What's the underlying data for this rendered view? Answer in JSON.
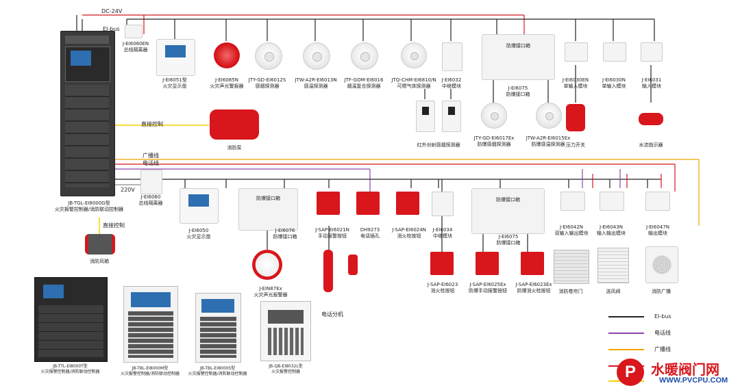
{
  "bus_labels": {
    "dc24": "DC-24V",
    "eibus": "EI-bus",
    "direct_control_1": "直接控制",
    "broadcast": "广播线",
    "phone": "电话线",
    "v220": "220V",
    "direct_control_2": "直接控制",
    "phone_ext": "电话分机"
  },
  "devices": {
    "isolator_top": "J-EI6060EN\n总线隔离器",
    "display_top": "J-EI6051型\n火灾显示盘",
    "sounder": "J-EI6085N\n火灾声光警报器",
    "smoke": "JTY-GD-EI6012S\n感烟探测器",
    "heat": "JTW-A2R-EI6013N\n感温探测器",
    "composite": "JTF-GOM-EI6016\n烟温复合探测器",
    "gas": "JTQ-CHM-EI6810/N\n可燃气体探测器",
    "relay_top": "J-EI6032\n中继模块",
    "ex_box_top": "J-EI6075\n防爆接口箱",
    "single_in_1": "J-EI6030EN\n单输入模块",
    "single_in_2": "J-EI6030N\n单输入模块",
    "input_mod": "J-EI6031\n输入模块",
    "ir_beam": "红外对射感烟探测器",
    "ex_smoke": "JTY-GD-EI6017Ex\n防爆感烟探测器",
    "ex_heat": "JTW-A2R-EI6015Ex\n防爆感温探测器",
    "pressure": "压力开关",
    "flow": "水流指示器",
    "pump": "消防泵",
    "controller": "JB-TGL-EI8000G型\n火灾报警控制器/消防联动控制器",
    "isolator_mid": "J-EI6060\n总线隔离器",
    "display_mid": "J-EI6050\n火灾显示盘",
    "ex_box_mid": "J-EI6076\n防爆接口箱",
    "ex_sounder": "J-EIN87Ex\n火灾声光报警器",
    "manual_btn": "J-SAP-EI6021N\n手动报警按钮",
    "phone_jack": "DH9273\n电话插孔",
    "hydrant_btn": "J-SAP-EI6024N\n消火栓按钮",
    "relay_mid": "J-EI6034\n中继模块",
    "ex_box_mid2": "J-EI6075\n防爆接口箱",
    "dual_in": "J-EI6042N\n双输入输出模块",
    "in_out": "J-EI6043N\n输入输出模块",
    "out_mod": "J-EI6047N\n输出模块",
    "hydrant_btn2": "J-SAP-EI6023\n消火栓按钮",
    "ex_manual": "J-SAP-EI6025Ex\n防爆手动报警按钮",
    "ex_hydrant": "J-SAP-EI6023Ex\n防爆消火栓按钮",
    "roller": "消防卷帘门",
    "valve": "送风阀",
    "speaker": "消防广播",
    "fan": "消防风箱",
    "ctrl_a": "JB-TTL-EI8000T型\n火灾报警控制器/消防联动控制器",
    "ctrl_b": "JB-TBL-EI8000M型\n火灾报警控制器/消防联动控制器",
    "ctrl_c": "JB-TBL-EI8000S型\n火灾报警控制器/消防联动控制器",
    "ctrl_d": "JB-QB-EI8032L型\n火灾报警控制器"
  },
  "box_titles": {
    "ex_box": "防爆接口箱"
  },
  "legend": [
    {
      "label": "EI-bus",
      "color": "#222222"
    },
    {
      "label": "电话线",
      "color": "#8e44ad"
    },
    {
      "label": "广播线",
      "color": "#f0a500"
    },
    {
      "label": "",
      "color": "#d8161c"
    },
    {
      "label": "",
      "color": "#f5d000"
    }
  ],
  "watermark": {
    "name": "水暖阀门网",
    "url": "WWW.PVCPU.COM"
  },
  "colors": {
    "eibus": "#222222",
    "dc24": "#d8161c",
    "phone": "#8e44ad",
    "broadcast": "#f0a500",
    "control": "#f5d000",
    "power": "#8a8a8a"
  }
}
